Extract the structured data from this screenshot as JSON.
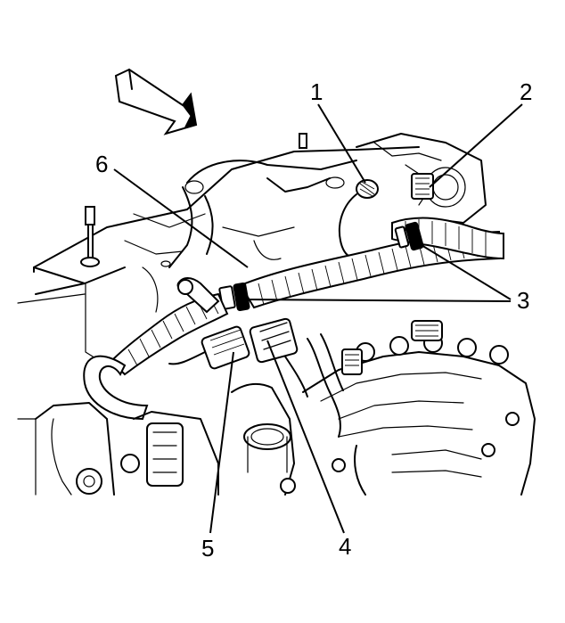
{
  "figure": {
    "callouts": [
      {
        "id": "1",
        "label": "1"
      },
      {
        "id": "2",
        "label": "2"
      },
      {
        "id": "3",
        "label": "3"
      },
      {
        "id": "4",
        "label": "4"
      },
      {
        "id": "5",
        "label": "5"
      },
      {
        "id": "6",
        "label": "6"
      }
    ],
    "direction_arrow": "front-of-vehicle-arrow"
  }
}
